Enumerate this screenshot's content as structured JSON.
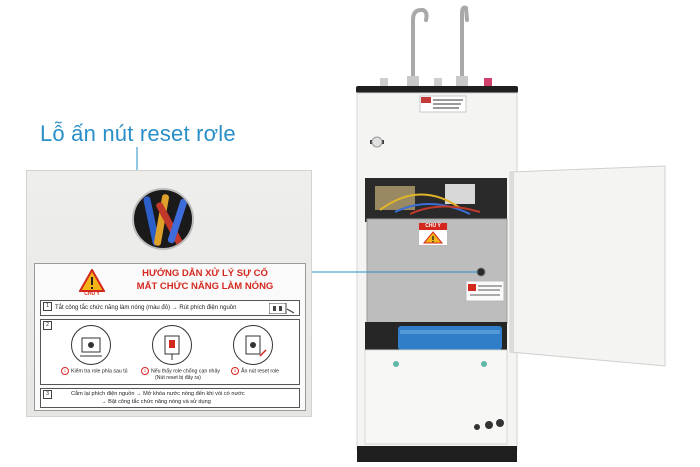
{
  "callout": {
    "title": "Lỗ ấn nút reset rơle"
  },
  "sticker": {
    "warning_badge": "CHÚ Ý",
    "title_line1": "HƯỚNG DẪN XỬ LÝ SỰ CỐ",
    "title_line2": "MẤT CHỨC NĂNG LÀM NÓNG",
    "step1_num": "1",
    "step1_text": "Tắt công tắc chức năng làm nóng (màu đỏ) → Rút phích điện nguồn",
    "step2_num": "2",
    "sub1_num": "1",
    "sub1_text": "Kiểm tra role phía sau tủ",
    "sub2_num": "2",
    "sub2_text": "Nếu thấy role chống cạn nhảy",
    "sub2_note": "(Nút reset bị đẩy ra)",
    "sub3_num": "3",
    "sub3_text": "Ấn nút reset role",
    "step3_num": "3",
    "step3_line1": "Cắm lại phích điện nguồn → Mở khóa nước nóng đến khi vòi có nước",
    "step3_line2": "→ Bật công tắc chức năng nóng và sử dụng"
  },
  "machine": {
    "door_warning": "CHÚ Ý"
  },
  "colors": {
    "callout_blue": "#2a8fc8",
    "warning_red": "#d4281f",
    "panel_gray": "#e6e6e4",
    "tank_blue": "#2f7ec7"
  }
}
